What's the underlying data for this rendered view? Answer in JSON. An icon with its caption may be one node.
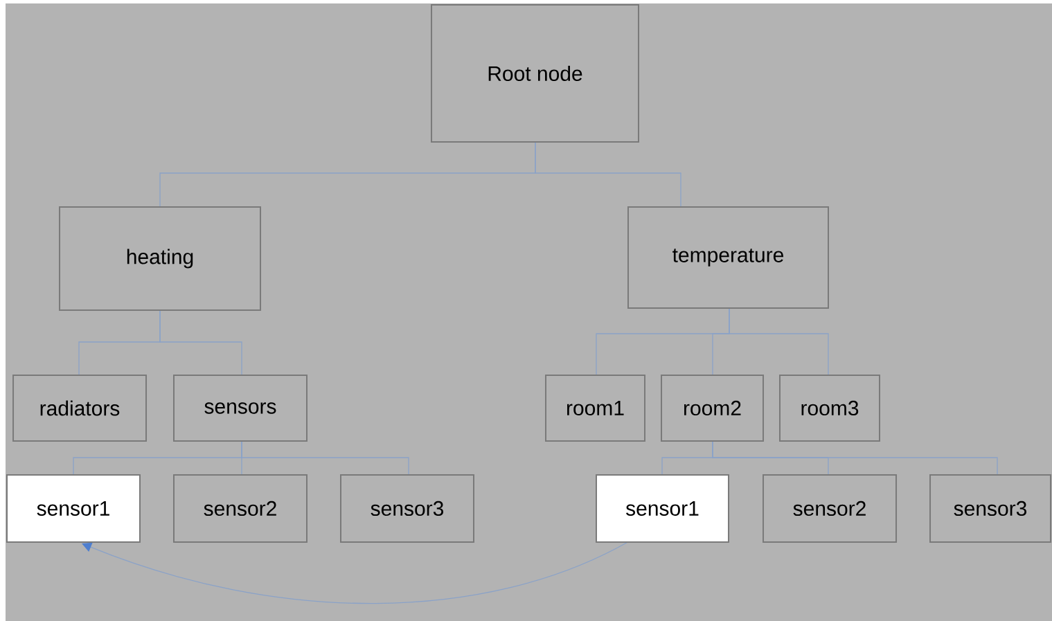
{
  "diagram": {
    "nodes": [
      {
        "text": [
          "Root node"
        ]
      },
      {
        "text": [
          "heating"
        ]
      },
      {
        "text": [
          "temperature"
        ]
      },
      {
        "text": [
          "radiators"
        ]
      },
      {
        "text": [
          "sensors"
        ]
      },
      {
        "text": [
          "room1"
        ]
      },
      {
        "text": [
          "room2"
        ]
      },
      {
        "text": [
          "room3"
        ]
      },
      {
        "text": [
          "sensor1"
        ]
      },
      {
        "text": [
          "sensor2"
        ]
      },
      {
        "text": [
          "sensor3"
        ]
      },
      {
        "text": [
          "sensor1"
        ]
      },
      {
        "text": [
          "sensor2"
        ]
      },
      {
        "text": [
          "sensor3"
        ]
      }
    ],
    "edges": [
      {
        "from": 0,
        "to": 1,
        "arrow": "none"
      },
      {
        "from": 0,
        "to": 2,
        "arrow": "none"
      },
      {
        "from": 1,
        "to": 3,
        "arrow": "none"
      },
      {
        "from": 1,
        "to": 4,
        "arrow": "none"
      },
      {
        "from": 2,
        "to": 5,
        "arrow": "none"
      },
      {
        "from": 2,
        "to": 6,
        "arrow": "none"
      },
      {
        "from": 2,
        "to": 7,
        "arrow": "none"
      },
      {
        "from": 4,
        "to": 8,
        "arrow": "none"
      },
      {
        "from": 4,
        "to": 9,
        "arrow": "none"
      },
      {
        "from": 4,
        "to": 10,
        "arrow": "none"
      },
      {
        "from": 6,
        "to": 11,
        "arrow": "none"
      },
      {
        "from": 6,
        "to": 12,
        "arrow": "none"
      },
      {
        "from": 6,
        "to": 13,
        "arrow": "none"
      },
      {
        "from": 11,
        "to": 8,
        "arrow": "to"
      }
    ]
  }
}
